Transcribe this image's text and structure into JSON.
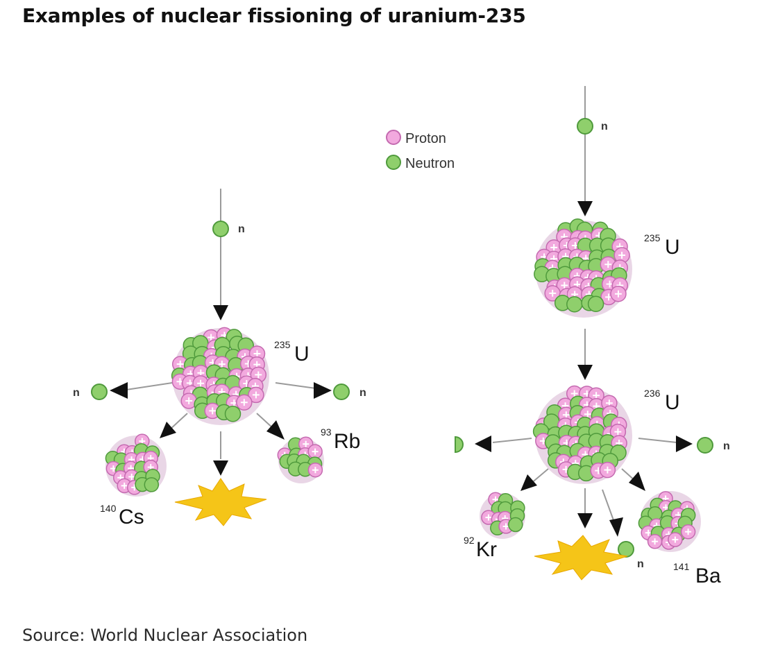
{
  "header": {
    "title": "Examples of nuclear fissioning of uranium-235"
  },
  "legend": {
    "proton_label": "Proton",
    "neutron_label": "Neutron"
  },
  "colors": {
    "proton": "#f2a9de",
    "proton_edge": "#c46ab0",
    "neutron": "#8fcf6c",
    "neutron_edge": "#4f9a3c",
    "energy_burst": "#f5c518",
    "arrow": "#111111",
    "line": "#9a9a9a"
  },
  "left_reaction": {
    "incoming_neutron_label": "n",
    "target": {
      "mass": "235",
      "symbol": "U"
    },
    "emitted_left_label": "n",
    "emitted_right_label": "n",
    "product_a": {
      "mass": "140",
      "symbol": "Cs"
    },
    "product_b": {
      "mass": "93",
      "symbol": "Rb"
    }
  },
  "right_reaction": {
    "incoming_neutron_label": "n",
    "target": {
      "mass": "235",
      "symbol": "U"
    },
    "intermediate": {
      "mass": "236",
      "symbol": "U"
    },
    "emitted_right_label": "n",
    "emitted_bottom_label": "n",
    "product_a": {
      "mass": "92",
      "symbol": "Kr"
    },
    "product_b": {
      "mass": "141",
      "symbol": "Ba"
    }
  },
  "footer": {
    "source": "Source: World Nuclear Association"
  }
}
